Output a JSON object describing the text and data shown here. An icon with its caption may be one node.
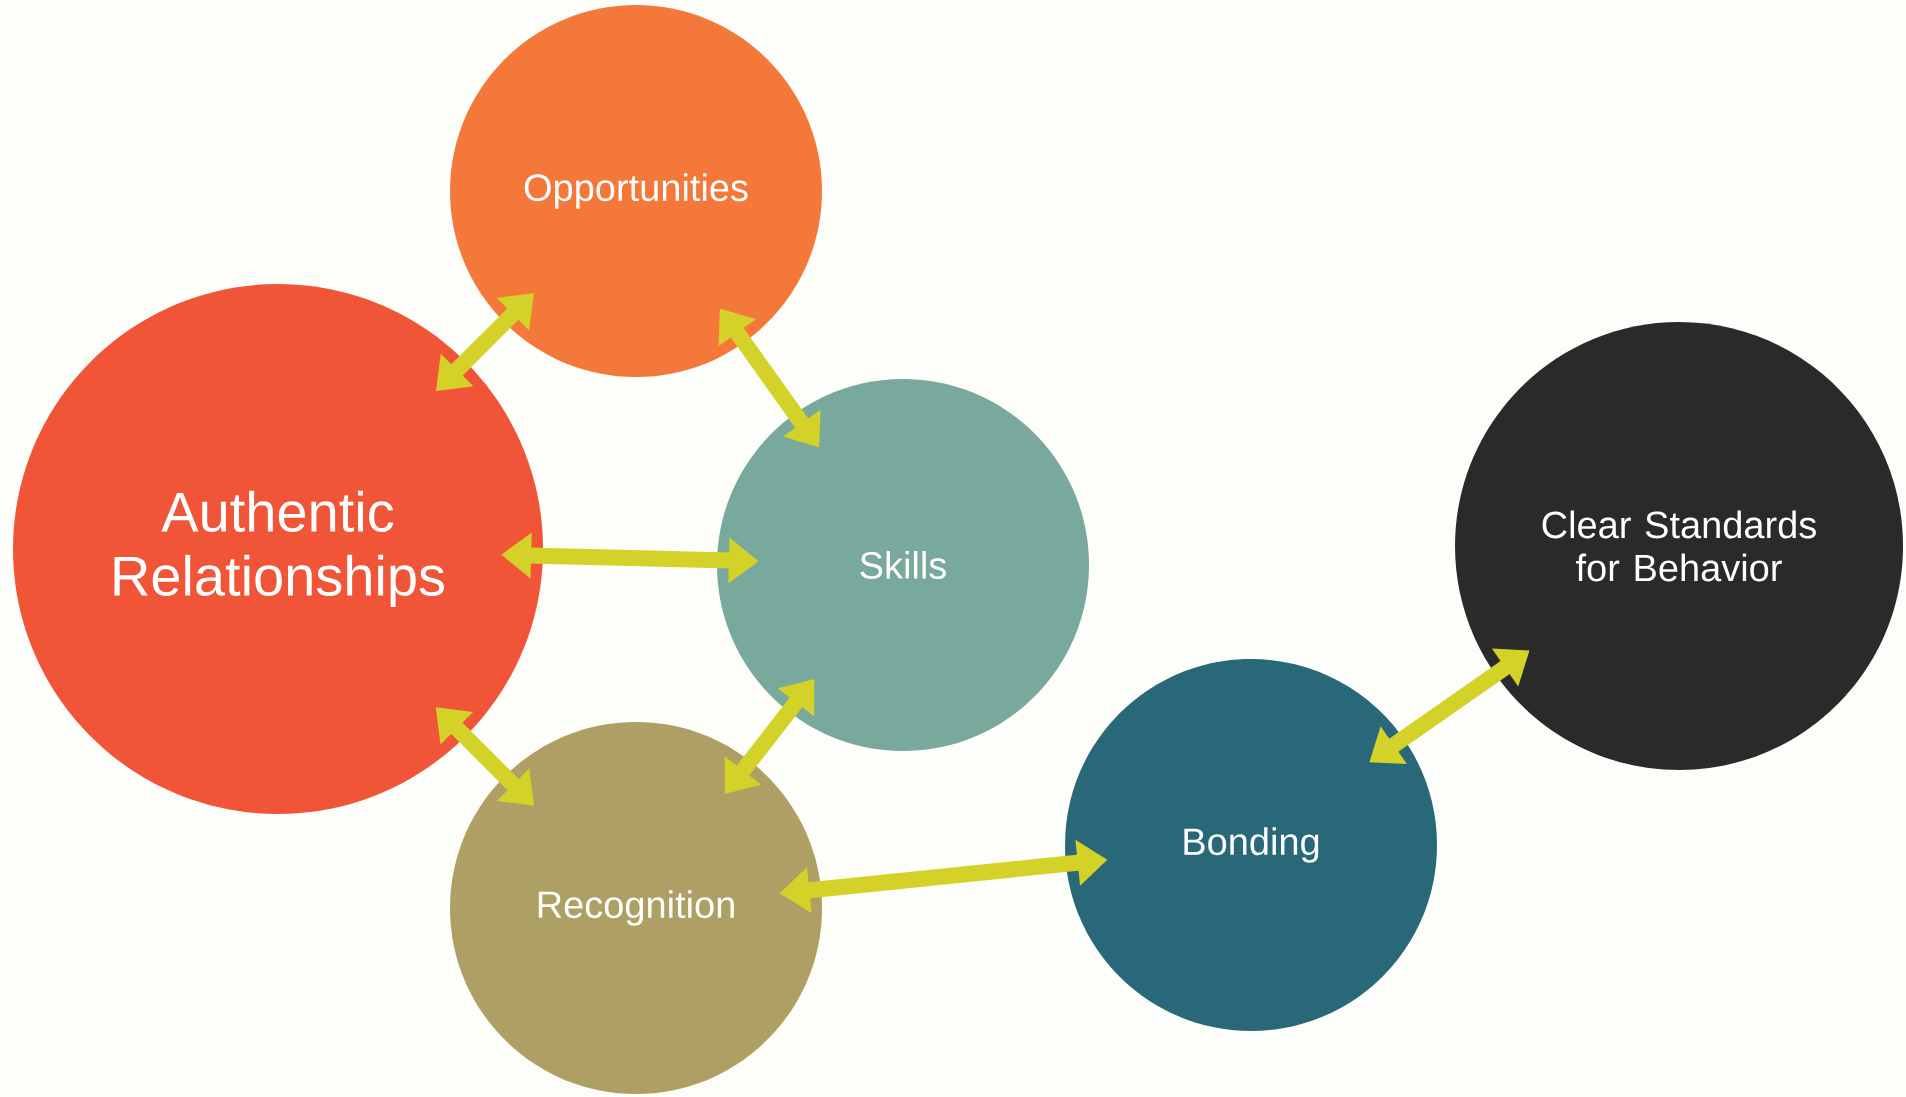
{
  "diagram": {
    "nodes": [
      {
        "text": [
          "Authentic Relationships"
        ]
      },
      {
        "text": [
          "Opportunities"
        ]
      },
      {
        "text": [
          "Skills"
        ]
      },
      {
        "text": [
          "Recognition"
        ]
      },
      {
        "text": [
          "Bonding"
        ]
      },
      {
        "text": [
          "Clear Standards for Behavior"
        ]
      }
    ],
    "edges": [
      {
        "from": 0,
        "to": 1,
        "arrow": "both"
      },
      {
        "from": 1,
        "to": 2,
        "arrow": "both"
      },
      {
        "from": 0,
        "to": 2,
        "arrow": "both"
      },
      {
        "from": 0,
        "to": 3,
        "arrow": "both"
      },
      {
        "from": 2,
        "to": 3,
        "arrow": "both"
      },
      {
        "from": 3,
        "to": 4,
        "arrow": "both"
      },
      {
        "from": 4,
        "to": 5,
        "arrow": "both"
      }
    ]
  }
}
